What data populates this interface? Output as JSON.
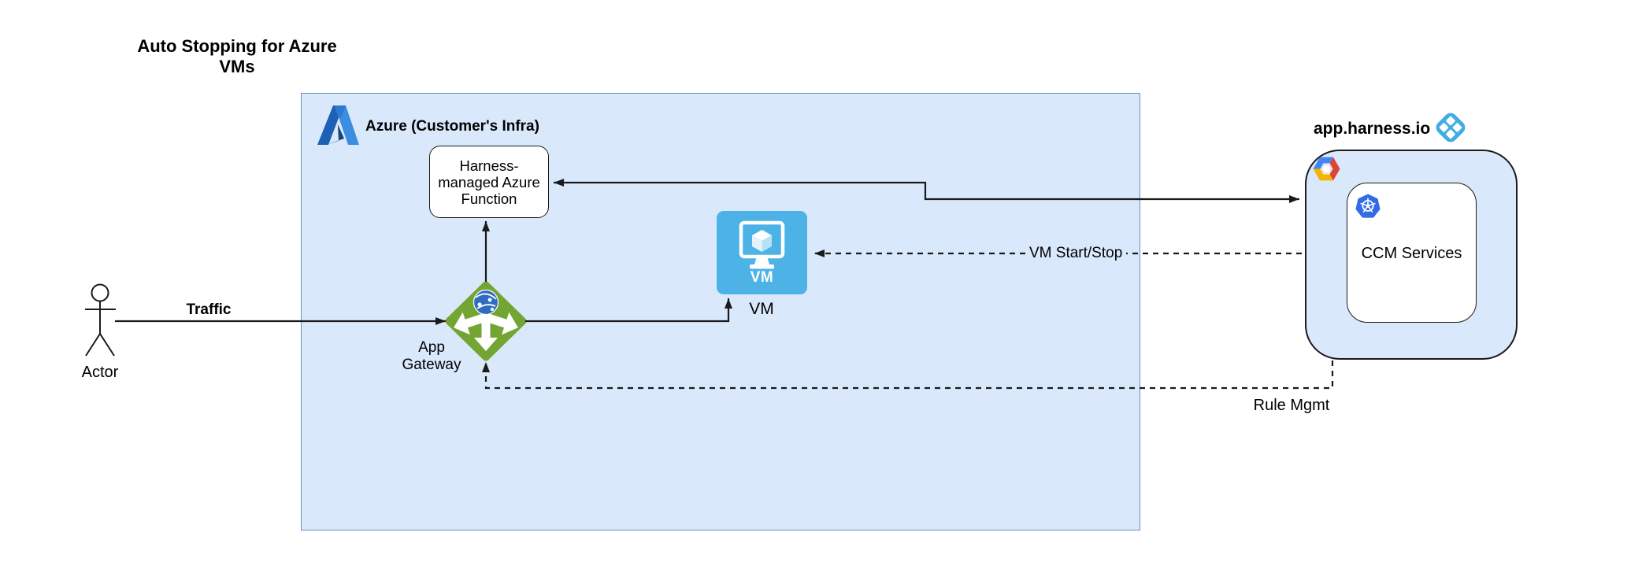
{
  "title": "Auto Stopping for Azure VMs",
  "azure_group": {
    "label": "Azure (Customer's Infra)",
    "fill_color": "#dae8fc",
    "border_color": "#6c8ebf"
  },
  "function_box": {
    "label": "Harness-managed Azure Function"
  },
  "vm": {
    "icon_text": "VM",
    "label": "VM",
    "color": "#4db3e6"
  },
  "gateway": {
    "label": "App Gateway",
    "color": "#73a533"
  },
  "actor": {
    "label": "Actor"
  },
  "harness": {
    "site_label": "app.harness.io",
    "ccm_label": "CCM Services",
    "container_fill": "#dae8fc",
    "logo_color": "#42ade2",
    "k8s_color": "#326ce5"
  },
  "edges": {
    "traffic_label": "Traffic",
    "vm_start_stop_label": "VM Start/Stop",
    "rule_mgmt_label": "Rule Mgmt"
  },
  "icons": {
    "azure_logo": "azure-logo",
    "harness_logo": "harness-logo",
    "gcp_logo": "gcp-logo",
    "kubernetes": "kubernetes-icon",
    "vm": "vm-icon",
    "app_gateway": "app-gateway-icon",
    "actor": "actor-icon"
  }
}
